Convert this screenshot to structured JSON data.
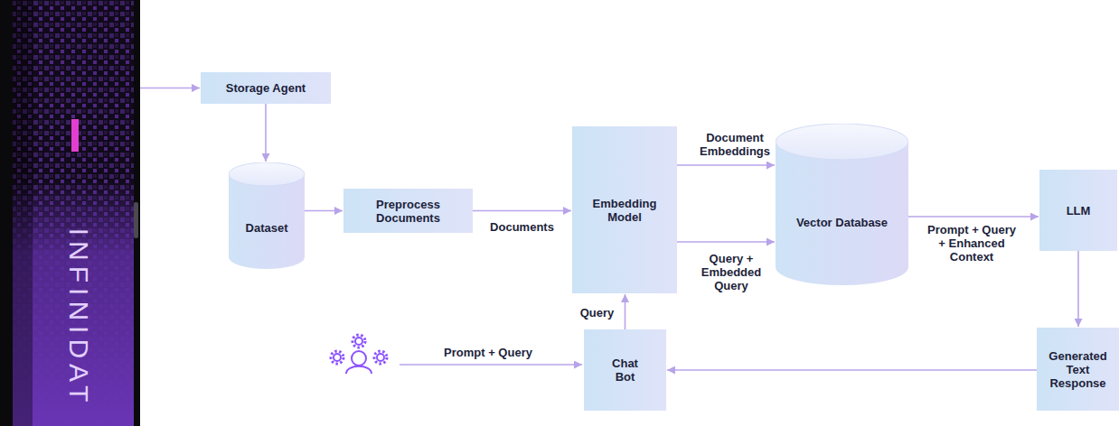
{
  "diagram": {
    "nodes": [
      {
        "text": [
          "INFINIDAT"
        ]
      },
      {
        "text": [
          "Storage Agent"
        ]
      },
      {
        "text": [
          "Dataset"
        ]
      },
      {
        "text": [
          "Preprocess Documents"
        ]
      },
      {
        "text": [
          "Embedding Model"
        ]
      },
      {
        "text": [
          "Vector Database"
        ]
      },
      {
        "text": [
          "LLM"
        ]
      },
      {
        "text": [
          "Chat Bot"
        ]
      },
      {
        "text": [
          "Generated Text Response"
        ]
      }
    ],
    "edges": [
      {
        "from": 0,
        "to": 1,
        "arrow": "to"
      },
      {
        "from": 1,
        "to": 2,
        "arrow": "to"
      },
      {
        "from": 2,
        "to": 3,
        "arrow": "to"
      },
      {
        "from": 3,
        "to": 4,
        "label": "Documents",
        "arrow": "to"
      },
      {
        "from": 4,
        "to": 5,
        "label": "Document Embeddings",
        "arrow": "to"
      },
      {
        "from": 4,
        "to": 5,
        "label": "Query + Embedded Query",
        "arrow": "to"
      },
      {
        "from": 5,
        "to": 6,
        "label": "Prompt + Query + Enhanced Context",
        "arrow": "to"
      },
      {
        "from": 6,
        "to": 8,
        "arrow": "to"
      },
      {
        "from": 8,
        "to": 7,
        "arrow": "to"
      },
      {
        "from": 7,
        "to": 4,
        "label": "Query",
        "arrow": "to"
      }
    ],
    "labels": [
      "Prompt + Query"
    ]
  }
}
